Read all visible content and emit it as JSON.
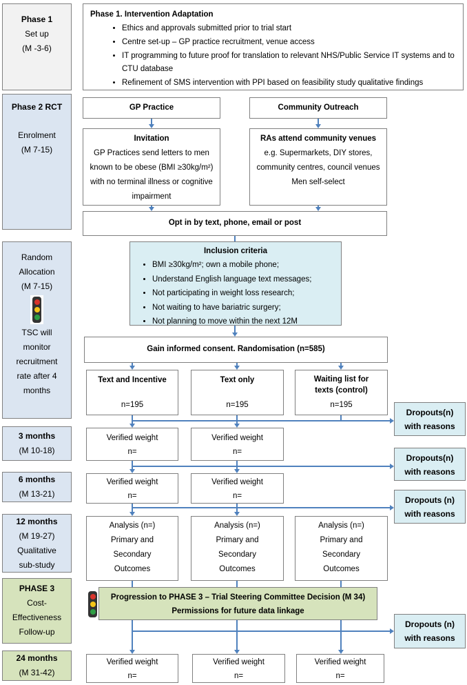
{
  "palette": {
    "blue_fill": "#dbe5f1",
    "cyan_fill": "#daeef3",
    "green_fill": "#d6e3bc",
    "gray_fill": "#f2f2f2",
    "arrow": "#4f81bd",
    "border": "#7f7f7f"
  },
  "sidebar": {
    "phase1": {
      "title": "Phase 1",
      "line2": "Set up",
      "line3": "(M -3-6)"
    },
    "phase2": {
      "title": "Phase 2 RCT",
      "line2": "Enrolment",
      "line3": "(M 7-15)"
    },
    "random_allocation": {
      "line1": "Random",
      "line2": "Allocation",
      "line3": "(M 7-15)",
      "line4": "TSC will",
      "line5": "monitor",
      "line6": "recruitment",
      "line7": "rate after 4",
      "line8": "months"
    },
    "m3": {
      "title": "3 months",
      "line2": "(M 10-18)"
    },
    "m6": {
      "title": "6 months",
      "line2": "(M 13-21)"
    },
    "m12": {
      "title": "12 months",
      "line2": "(M 19-27)",
      "line3": "Qualitative",
      "line4": "sub-study"
    },
    "phase3": {
      "title": "PHASE 3",
      "line2": "Cost-",
      "line3": "Effectiveness",
      "line4": "Follow-up"
    },
    "m24": {
      "title": "24 months",
      "line2": "(M 31-42)"
    }
  },
  "main": {
    "phase1_box": {
      "title": "Phase 1. Intervention Adaptation",
      "bullets": [
        "Ethics and approvals submitted prior to trial start",
        "Centre set-up – GP practice recruitment, venue access",
        "IT programming to future proof for translation to relevant NHS/Public Service IT systems and to CTU database",
        "Refinement of SMS intervention with PPI based on feasibility study qualitative findings"
      ]
    },
    "gp_header": "GP Practice",
    "community_header": "Community Outreach",
    "invitation": {
      "title": "Invitation",
      "body": "GP Practices send letters to men known to be obese (BMI ≥30kg/m²) with no terminal illness or cognitive impairment"
    },
    "venues": {
      "title": "RAs attend community venues",
      "body1": "e.g. Supermarkets, DIY stores, community centres, council venues",
      "body2": "Men self-select"
    },
    "optin": "Opt in by text, phone, email or post",
    "inclusion": {
      "title": "Inclusion criteria",
      "bullets": [
        "BMI ≥30kg/m²; own a mobile phone;",
        "Understand English language text messages;",
        "Not participating in weight loss research;",
        "Not waiting to have bariatric surgery;",
        "Not planning to move within the next 12M"
      ]
    },
    "consent": "Gain informed consent. Randomisation (n=585)",
    "arms": [
      {
        "title": "Text and Incentive",
        "n": "n=195"
      },
      {
        "title": "Text only",
        "n": "n=195"
      },
      {
        "title": "Waiting list for texts (control)",
        "n": "n=195"
      }
    ],
    "verified_3m": [
      {
        "title": "Verified weight",
        "n": "n="
      },
      {
        "title": "Verified weight",
        "n": "n="
      }
    ],
    "verified_6m": [
      {
        "title": "Verified weight",
        "n": "n="
      },
      {
        "title": "Verified weight",
        "n": "n="
      }
    ],
    "analysis": [
      {
        "line1": "Analysis (n=)",
        "line2": "Primary and",
        "line3": "Secondary",
        "line4": "Outcomes"
      },
      {
        "line1": "Analysis (n=)",
        "line2": "Primary and",
        "line3": "Secondary",
        "line4": "Outcomes"
      },
      {
        "line1": "Analysis (n=)",
        "line2": "Primary and",
        "line3": "Secondary",
        "line4": "Outcomes"
      }
    ],
    "progression": {
      "line1": "Progression to PHASE 3 – Trial Steering Committee Decision (M 34)",
      "line2": "Permissions for future data linkage"
    },
    "verified_24m": [
      {
        "title": "Verified weight",
        "n": "n="
      },
      {
        "title": "Verified weight",
        "n": "n="
      },
      {
        "title": "Verified weight",
        "n": "n="
      }
    ]
  },
  "dropouts": [
    {
      "line1": "Dropouts(n)",
      "line2": "with reasons"
    },
    {
      "line1": "Dropouts(n)",
      "line2": "with reasons"
    },
    {
      "line1": "Dropouts (n)",
      "line2": "with reasons"
    },
    {
      "line1": "Dropouts (n)",
      "line2": "with reasons"
    }
  ]
}
